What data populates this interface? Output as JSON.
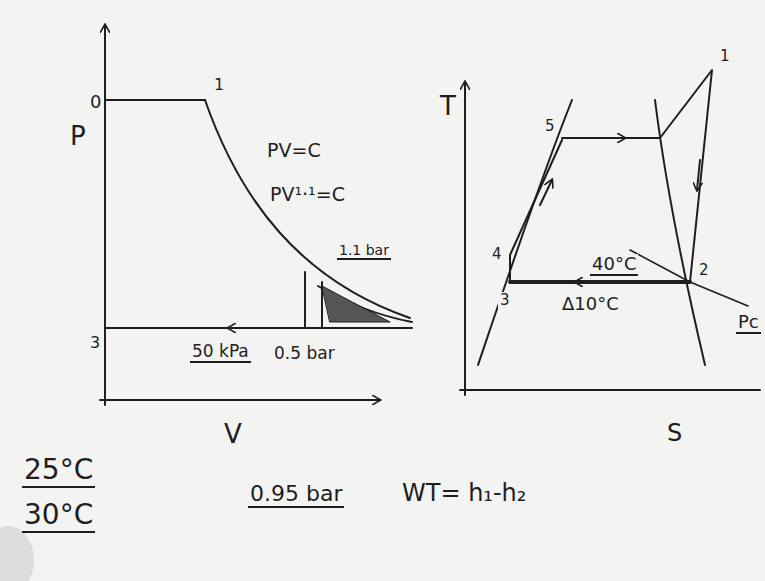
{
  "diagram": {
    "labels": [
      "P",
      "0",
      "1",
      "PV=C",
      "PV¹·¹=C",
      "1.1 bar",
      "3",
      "50 kPa",
      "0.5 bar",
      "V",
      "T",
      "5",
      "1",
      "4",
      "3",
      "2",
      "40°C",
      "Δ10°C",
      "Pc",
      "S",
      "25°C",
      "30°C",
      "0.95 bar",
      "WT= h₁-h₂"
    ]
  }
}
